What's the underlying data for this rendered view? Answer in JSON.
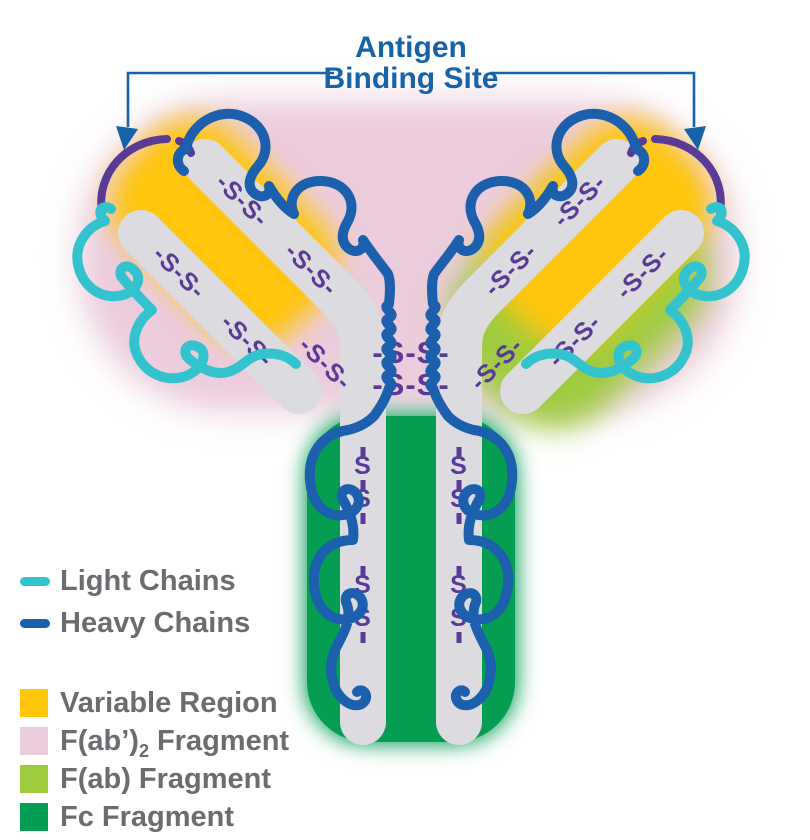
{
  "callout": {
    "line1": "Antigen",
    "line2": "Binding Site"
  },
  "bonds": {
    "ss": "-S-S-",
    "s": "S"
  },
  "legend": {
    "light_chains": "Light Chains",
    "heavy_chains": "Heavy Chains",
    "variable_region": "Variable Region",
    "fab2_pre": "F(ab’)",
    "fab2_sub": "2",
    "fab2_suffix": "Fragment",
    "fab": "F(ab) Fragment",
    "fc": "Fc Fragment"
  },
  "colors": {
    "heavy_blue": "#1B5FAD",
    "light_cyan": "#33C3CF",
    "bond_purple": "#5A3A97",
    "variable_yellow": "#FFC60A",
    "fab2_pink": "#EBCCDC",
    "fab_green": "#9FCB3F",
    "fc_green": "#049D52",
    "domain_gray": "#DCDBE0",
    "label_blue": "#1763A9",
    "legend_text": "#6B6C70"
  }
}
